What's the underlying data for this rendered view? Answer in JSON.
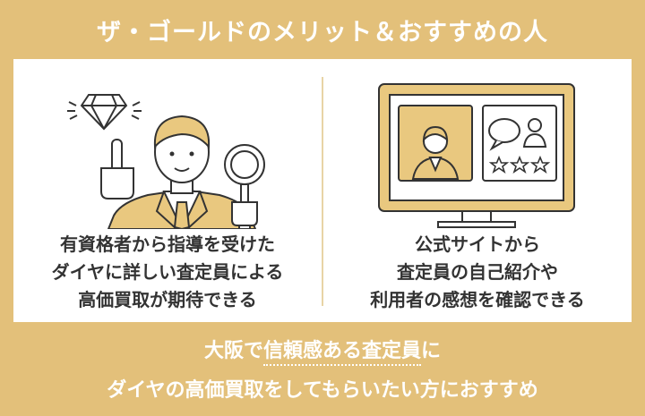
{
  "title": "ザ・ゴールドのメリット＆おすすめの人",
  "left_card": {
    "lines": [
      "有資格者から指導を受けた",
      "ダイヤに詳しい査定員による",
      "高価買取が期待できる"
    ]
  },
  "right_card": {
    "lines": [
      "公式サイトから",
      "査定員の自己紹介や",
      "利用者の感想を確認できる"
    ]
  },
  "footer": {
    "line1_pre": "大阪で",
    "line1_highlight": "信頼感ある査定員",
    "line1_post": "に",
    "line2": "ダイヤの高価買取をしてもらいたい方におすすめ"
  },
  "colors": {
    "background": "#e3c07a",
    "card": "#ffffff",
    "accent": "#e9c87f",
    "line": "#333333"
  },
  "icons": [
    "diamond-icon",
    "magnifying-glass-icon",
    "monitor-icon",
    "person-icon",
    "speech-bubble-icon",
    "star-icon"
  ]
}
